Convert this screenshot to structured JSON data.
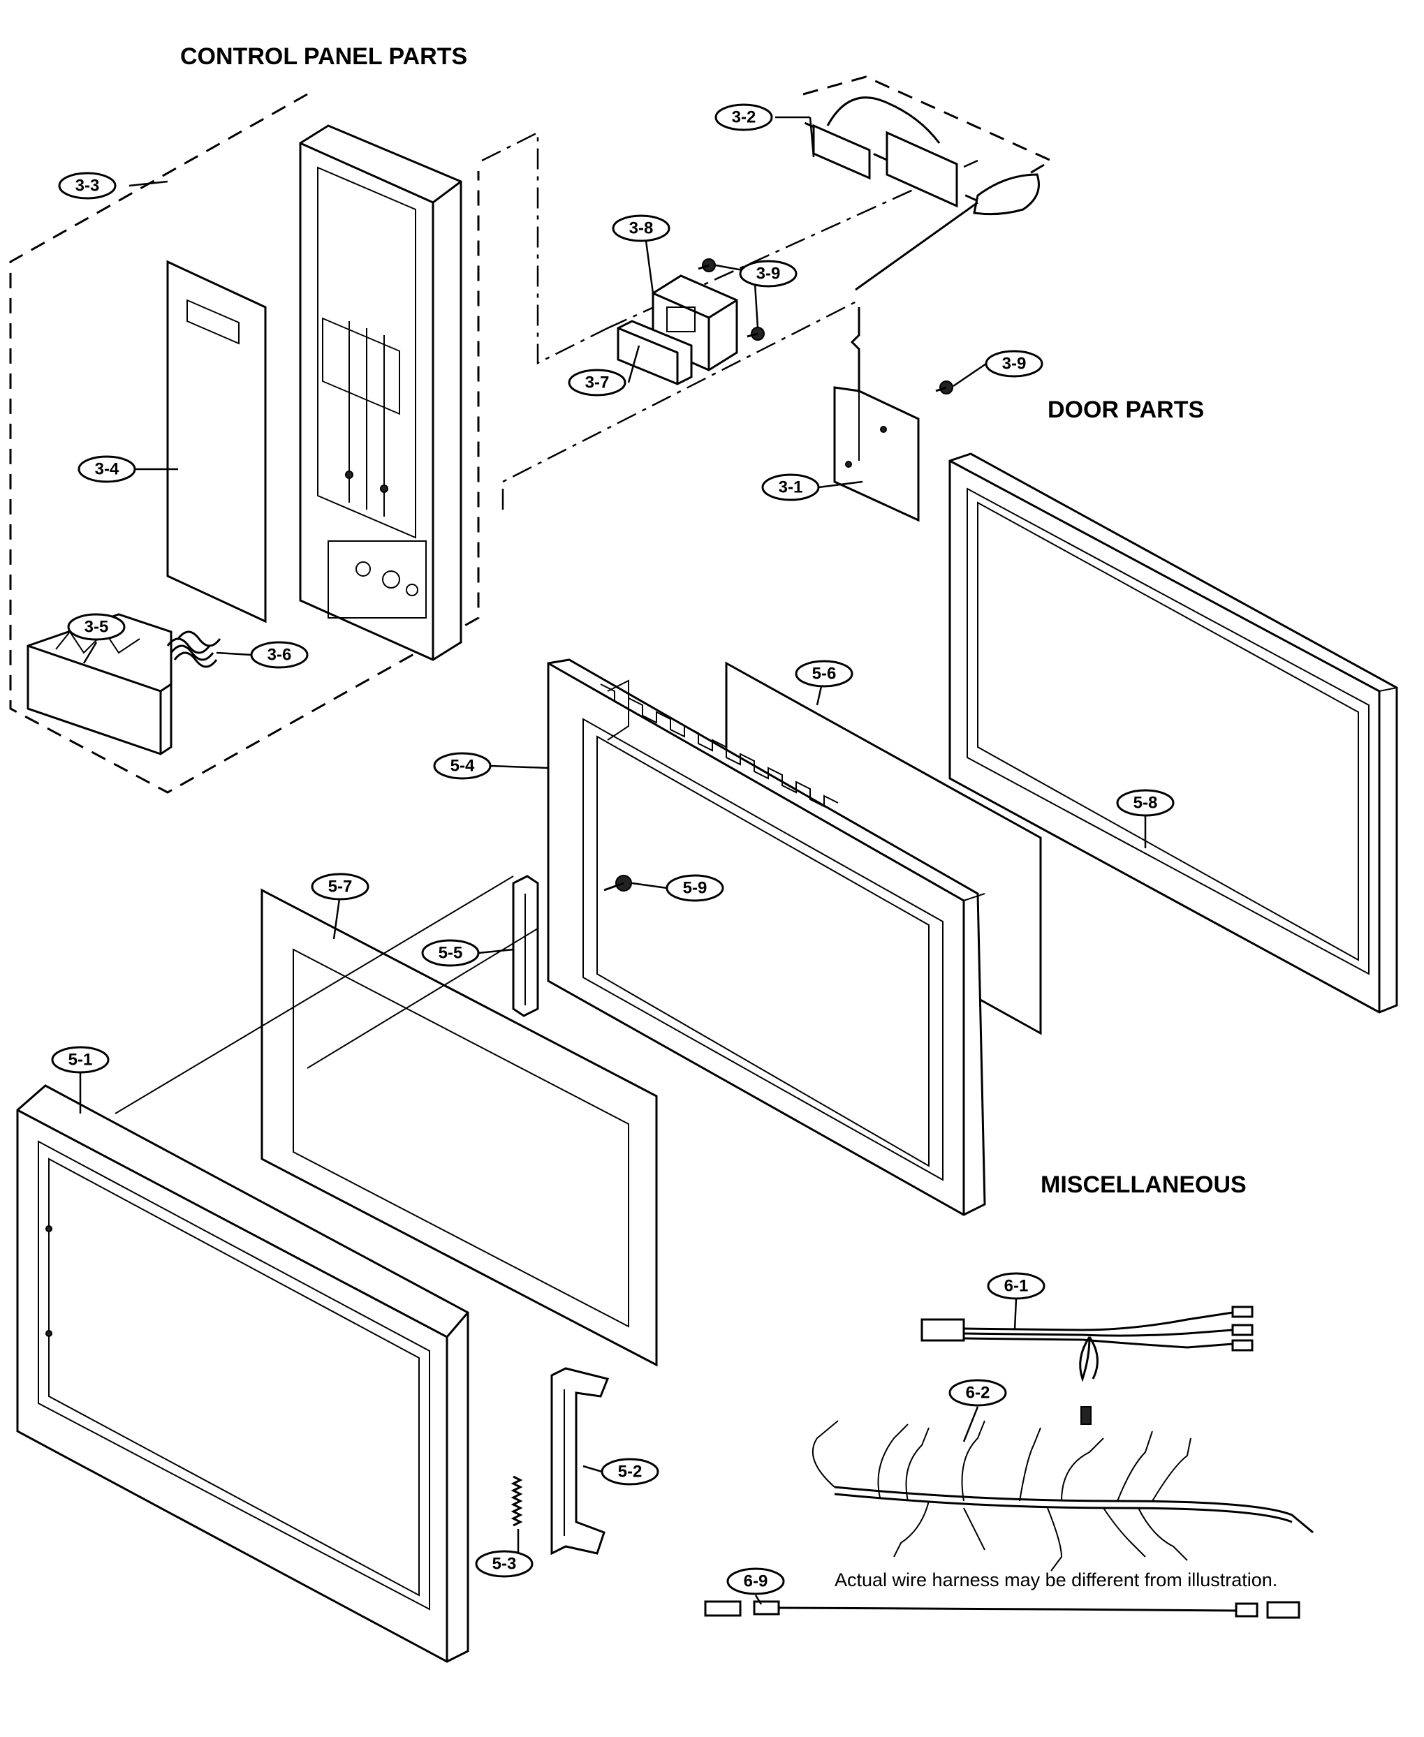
{
  "headings": {
    "control_panel": "CONTROL PANEL PARTS",
    "door": "DOOR  PARTS",
    "misc": "MISCELLANEOUS"
  },
  "note": "Actual wire harness may be different from illustration.",
  "callouts": {
    "c3_1": "3-1",
    "c3_2": "3-2",
    "c3_3": "3-3",
    "c3_4": "3-4",
    "c3_5": "3-5",
    "c3_6": "3-6",
    "c3_7": "3-7",
    "c3_8": "3-8",
    "c3_9a": "3-9",
    "c3_9b": "3-9",
    "c5_1": "5-1",
    "c5_2": "5-2",
    "c5_3": "5-3",
    "c5_4": "5-4",
    "c5_5": "5-5",
    "c5_6": "5-6",
    "c5_7": "5-7",
    "c5_8": "5-8",
    "c5_9": "5-9",
    "c6_1": "6-1",
    "c6_2": "6-2",
    "c6_9": "6-9"
  }
}
